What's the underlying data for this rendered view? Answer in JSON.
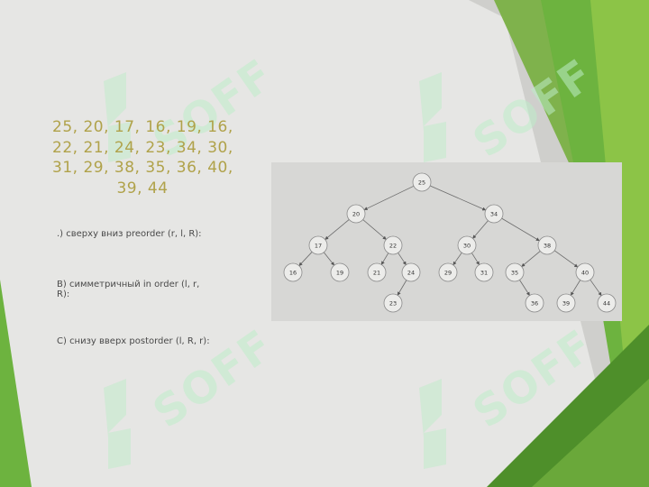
{
  "slide": {
    "sequence_lines": [
      "25, 20, 17, 16, 19, 16,",
      "22, 21, 24, 23, 34, 30,",
      "31, 29, 38, 35, 36, 40,",
      "39, 44"
    ],
    "labels": {
      "a": ".) сверху вниз preorder (r, l, R):",
      "b_line1": "B) симметричный in order (l, r,",
      "b_line2": "R):",
      "c": "C) снизу вверх postorder (l, R, r):"
    },
    "watermark_text": "SOFF"
  },
  "tree": {
    "nodes": [
      {
        "id": "n25",
        "label": "25"
      },
      {
        "id": "n20",
        "label": "20"
      },
      {
        "id": "n34",
        "label": "34"
      },
      {
        "id": "n17",
        "label": "17"
      },
      {
        "id": "n22",
        "label": "22"
      },
      {
        "id": "n30",
        "label": "30"
      },
      {
        "id": "n38",
        "label": "38"
      },
      {
        "id": "n16",
        "label": "16"
      },
      {
        "id": "n19",
        "label": "19"
      },
      {
        "id": "n21",
        "label": "21"
      },
      {
        "id": "n24",
        "label": "24"
      },
      {
        "id": "n29",
        "label": "29"
      },
      {
        "id": "n31",
        "label": "31"
      },
      {
        "id": "n35",
        "label": "35"
      },
      {
        "id": "n40",
        "label": "40"
      },
      {
        "id": "n23",
        "label": "23"
      },
      {
        "id": "n36",
        "label": "36"
      },
      {
        "id": "n39",
        "label": "39"
      },
      {
        "id": "n44",
        "label": "44"
      }
    ],
    "edges": [
      [
        "n25",
        "n20"
      ],
      [
        "n25",
        "n34"
      ],
      [
        "n20",
        "n17"
      ],
      [
        "n20",
        "n22"
      ],
      [
        "n34",
        "n30"
      ],
      [
        "n34",
        "n38"
      ],
      [
        "n17",
        "n16"
      ],
      [
        "n17",
        "n19"
      ],
      [
        "n22",
        "n21"
      ],
      [
        "n22",
        "n24"
      ],
      [
        "n30",
        "n29"
      ],
      [
        "n30",
        "n31"
      ],
      [
        "n38",
        "n35"
      ],
      [
        "n38",
        "n40"
      ],
      [
        "n24",
        "n23"
      ],
      [
        "n35",
        "n36"
      ],
      [
        "n40",
        "n39"
      ],
      [
        "n40",
        "n44"
      ]
    ]
  },
  "colors": {
    "background": "#e6e6e4",
    "accent_green": "#6db33f",
    "dark_green": "#4e8f2a",
    "sequence_text": "#b0a24a",
    "node_fill": "#ececea",
    "node_stroke": "#8a8a8a"
  }
}
